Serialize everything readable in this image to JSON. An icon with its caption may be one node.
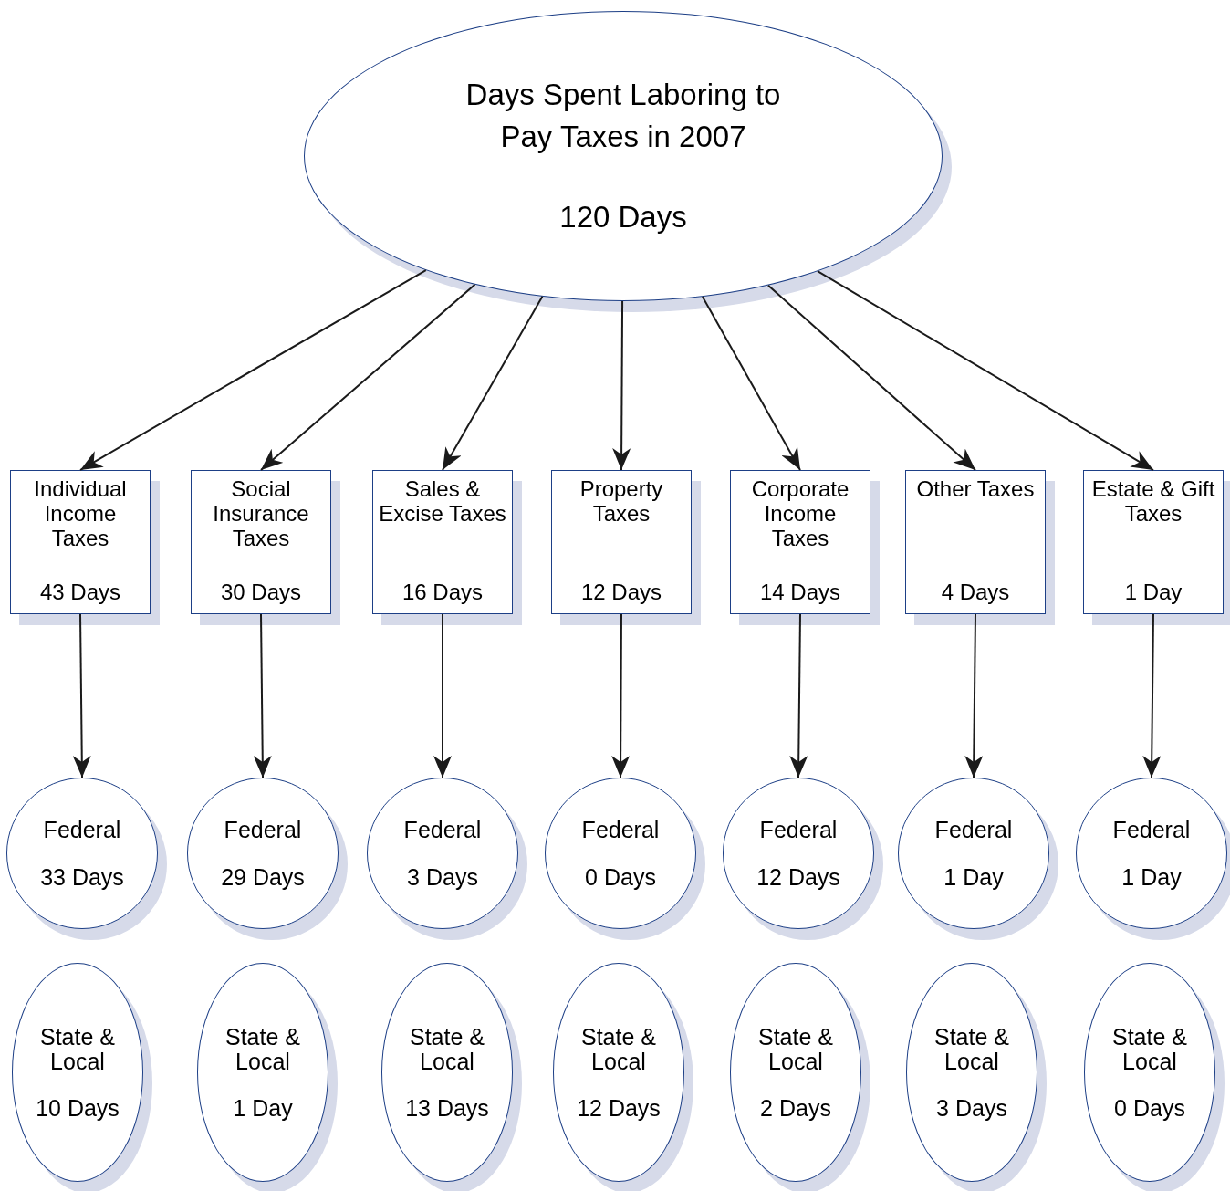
{
  "diagram": {
    "nodes": [
      {
        "text": [
          "Days Spent Laboring to Pay Taxes in 2007",
          "120 Days"
        ]
      },
      {
        "text": [
          "Individual Income Taxes",
          "43 Days"
        ]
      },
      {
        "text": [
          "Social Insurance Taxes",
          "30 Days"
        ]
      },
      {
        "text": [
          "Sales & Excise Taxes",
          "16 Days"
        ]
      },
      {
        "text": [
          "Property Taxes",
          "12 Days"
        ]
      },
      {
        "text": [
          "Corporate Income Taxes",
          "14 Days"
        ]
      },
      {
        "text": [
          "Other Taxes",
          "4 Days"
        ]
      },
      {
        "text": [
          "Estate & Gift Taxes",
          "1 Day"
        ]
      },
      {
        "text": [
          "Federal",
          "33 Days"
        ]
      },
      {
        "text": [
          "Federal",
          "29 Days"
        ]
      },
      {
        "text": [
          "Federal",
          "3 Days"
        ]
      },
      {
        "text": [
          "Federal",
          "0 Days"
        ]
      },
      {
        "text": [
          "Federal",
          "12 Days"
        ]
      },
      {
        "text": [
          "Federal",
          "1 Day"
        ]
      },
      {
        "text": [
          "Federal",
          "1 Day"
        ]
      },
      {
        "text": [
          "State & Local",
          "10 Days"
        ]
      },
      {
        "text": [
          "State & Local",
          "1 Day"
        ]
      },
      {
        "text": [
          "State & Local",
          "13 Days"
        ]
      },
      {
        "text": [
          "State & Local",
          "12 Days"
        ]
      },
      {
        "text": [
          "State & Local",
          "2 Days"
        ]
      },
      {
        "text": [
          "State & Local",
          "3 Days"
        ]
      },
      {
        "text": [
          "State & Local",
          "0 Days"
        ]
      }
    ],
    "edges": [
      {
        "from": 0,
        "to": 1,
        "arrow": "to"
      },
      {
        "from": 0,
        "to": 2,
        "arrow": "to"
      },
      {
        "from": 0,
        "to": 3,
        "arrow": "to"
      },
      {
        "from": 0,
        "to": 4,
        "arrow": "to"
      },
      {
        "from": 0,
        "to": 5,
        "arrow": "to"
      },
      {
        "from": 0,
        "to": 6,
        "arrow": "to"
      },
      {
        "from": 0,
        "to": 7,
        "arrow": "to"
      },
      {
        "from": 1,
        "to": 8,
        "arrow": "to"
      },
      {
        "from": 2,
        "to": 9,
        "arrow": "to"
      },
      {
        "from": 3,
        "to": 10,
        "arrow": "to"
      },
      {
        "from": 4,
        "to": 11,
        "arrow": "to"
      },
      {
        "from": 5,
        "to": 12,
        "arrow": "to"
      },
      {
        "from": 6,
        "to": 13,
        "arrow": "to"
      },
      {
        "from": 7,
        "to": 14,
        "arrow": "to"
      }
    ]
  }
}
